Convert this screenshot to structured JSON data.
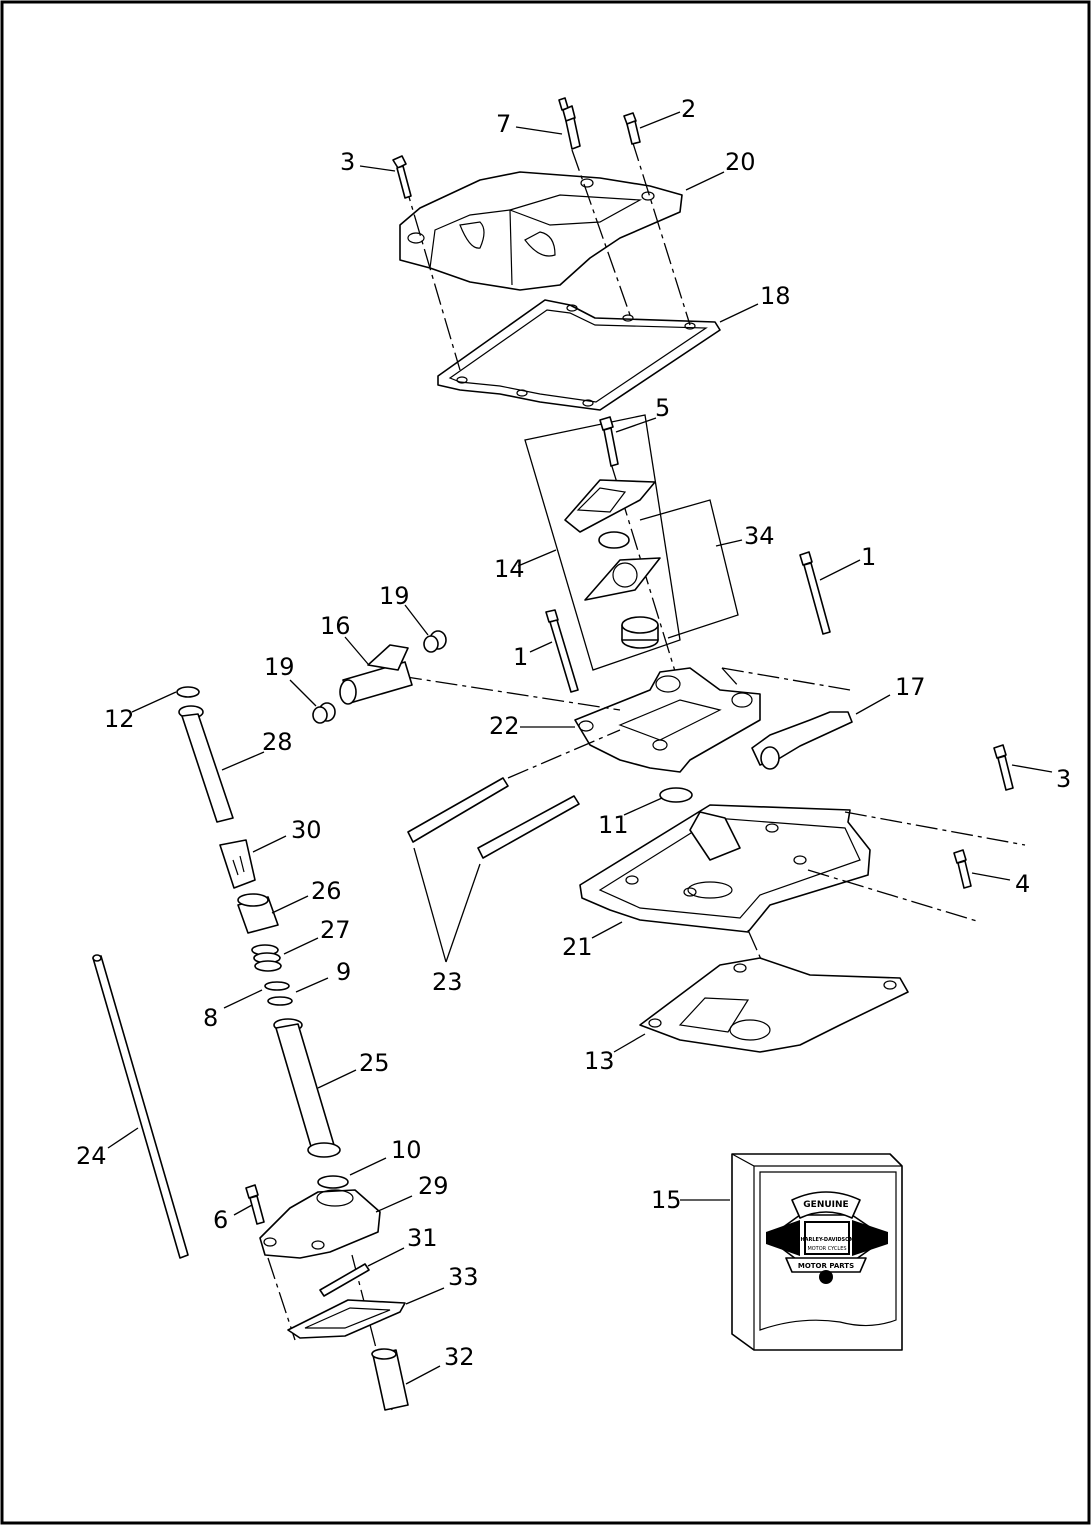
{
  "callouts": {
    "c1a": "1",
    "c1b": "1",
    "c2": "2",
    "c3a": "3",
    "c3b": "3",
    "c4": "4",
    "c5": "5",
    "c6": "6",
    "c7": "7",
    "c8": "8",
    "c9": "9",
    "c10": "10",
    "c11": "11",
    "c12": "12",
    "c13": "13",
    "c14": "14",
    "c15": "15",
    "c16": "16",
    "c17": "17",
    "c18": "18",
    "c19a": "19",
    "c19b": "19",
    "c20": "20",
    "c21": "21",
    "c22": "22",
    "c23": "23",
    "c24": "24",
    "c25": "25",
    "c26": "26",
    "c27": "27",
    "c28": "28",
    "c29": "29",
    "c30": "30",
    "c31": "31",
    "c32": "32",
    "c33": "33",
    "c34": "34"
  },
  "logo": {
    "top_text": "GENUINE",
    "middle_text": "HARLEY-DAVIDSON",
    "small_text": "MOTOR CYCLES",
    "bottom_text": "MOTOR PARTS"
  }
}
